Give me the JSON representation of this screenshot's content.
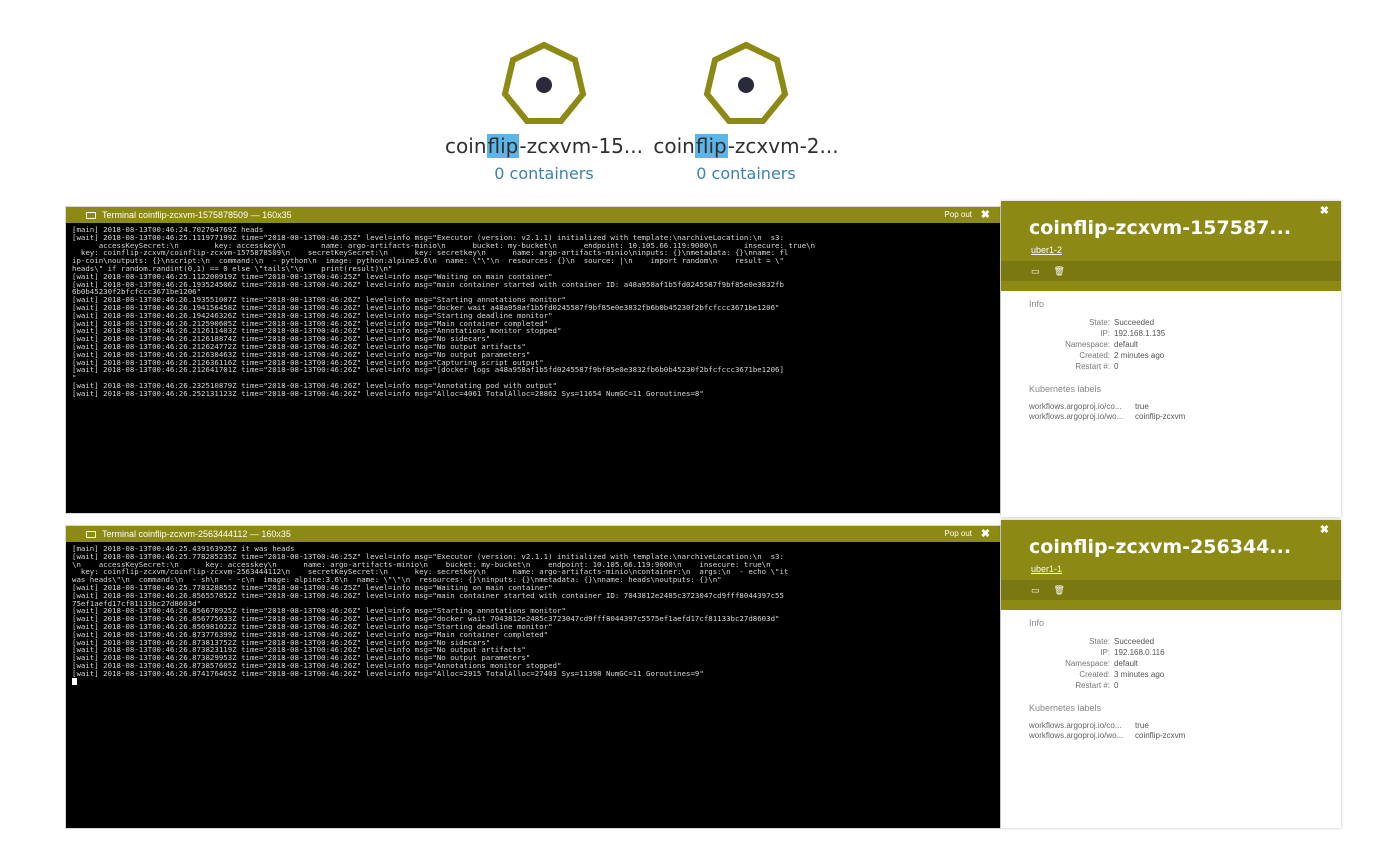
{
  "nodes": [
    {
      "name_prefix": "coin",
      "name_highlight": "flip",
      "name_suffix": "-zcxvm-15...",
      "containers": "0 containers"
    },
    {
      "name_prefix": "coin",
      "name_highlight": "flip",
      "name_suffix": "-zcxvm-2...",
      "containers": "0 containers"
    }
  ],
  "terminal1": {
    "title": "Terminal coinflip-zcxvm-1575878509 — 160x35",
    "popout": "Pop out",
    "close": "✖",
    "lines": [
      "[main] 2018-08-13T00:46:24.702764769Z heads",
      "[wait] 2018-08-13T00:46:25.111977199Z time=\"2018-08-13T00:46:25Z\" level=info msg=\"Executor (version: v2.1.1) initialized with template:\\narchiveLocation:\\n  s3:",
      "      accessKeySecret:\\n        key: accesskey\\n        name: argo-artifacts-minio\\n      bucket: my-bucket\\n      endpoint: 10.105.66.119:9000\\n      insecure: true\\n",
      "  key: coinflip-zcxvm/coinflip-zcxvm-1575878509\\n    secretKeySecret:\\n      key: secretkey\\n      name: argo-artifacts-minio\\ninputs: {}\\nmetadata: {}\\nname: fl",
      "ip-coin\\noutputs: {}\\nscript:\\n  command:\\n  - python\\n  image: python:alpine3.6\\n  name: \\\"\\\"\\n  resources: {}\\n  source: |\\n    import random\\n    result = \\\"",
      "heads\\\" if random.randint(0,1) == 0 else \\\"tails\\\"\\n    print(result)\\n\"",
      "[wait] 2018-08-13T00:46:25.112200919Z time=\"2018-08-13T00:46:25Z\" level=info msg=\"Waiting on main container\"",
      "[wait] 2018-08-13T00:46:26.193524506Z time=\"2018-08-13T00:46:26Z\" level=info msg=\"main container started with container ID: a48a958af1b5fd0245587f9bf85e0e3832fb",
      "6b0b45230f2bfcfccc3671be1206\"",
      "[wait] 2018-08-13T00:46:26.193551007Z time=\"2018-08-13T00:46:26Z\" level=info msg=\"Starting annotations monitor\"",
      "[wait] 2018-08-13T00:46:26.194156458Z time=\"2018-08-13T00:46:26Z\" level=info msg=\"docker wait a48a958af1b5fd0245587f9bf85e0e3832fb6b0b45230f2bfcfccc3671be1206\"",
      "[wait] 2018-08-13T00:46:26.194246326Z time=\"2018-08-13T00:46:26Z\" level=info msg=\"Starting deadline monitor\"",
      "[wait] 2018-08-13T00:46:26.212590605Z time=\"2018-08-13T00:46:26Z\" level=info msg=\"Main container completed\"",
      "[wait] 2018-08-13T00:46:26.212611403Z time=\"2018-08-13T00:46:26Z\" level=info msg=\"Annotations monitor stopped\"",
      "[wait] 2018-08-13T00:46:26.212618874Z time=\"2018-08-13T00:46:26Z\" level=info msg=\"No sidecars\"",
      "[wait] 2018-08-13T00:46:26.212624772Z time=\"2018-08-13T00:46:26Z\" level=info msg=\"No output artifacts\"",
      "[wait] 2018-08-13T00:46:26.212630463Z time=\"2018-08-13T00:46:26Z\" level=info msg=\"No output parameters\"",
      "[wait] 2018-08-13T00:46:26.212636116Z time=\"2018-08-13T00:46:26Z\" level=info msg=\"Capturing script output\"",
      "[wait] 2018-08-13T00:46:26.212641701Z time=\"2018-08-13T00:46:26Z\" level=info msg=\"[docker logs a48a958af1b5fd0245587f9bf85e0e3832fb6b0b45230f2bfcfccc3671be1206]",
      "\"",
      "[wait] 2018-08-13T00:46:26.232510879Z time=\"2018-08-13T00:46:26Z\" level=info msg=\"Annotating pod with output\"",
      "[wait] 2018-08-13T00:46:26.252131123Z time=\"2018-08-13T00:46:26Z\" level=info msg=\"Alloc=4061 TotalAlloc=28862 Sys=11654 NumGC=11 Goroutines=8\""
    ]
  },
  "terminal2": {
    "title": "Terminal coinflip-zcxvm-2563444112 — 160x35",
    "popout": "Pop out",
    "close": "✖",
    "lines": [
      "[main] 2018-08-13T00:46:25.439163925Z it was heads",
      "[wait] 2018-08-13T00:46:25.778285235Z time=\"2018-08-13T00:46:25Z\" level=info msg=\"Executor (version: v2.1.1) initialized with template:\\narchiveLocation:\\n  s3:",
      "\\n    accessKeySecret:\\n      key: accesskey\\n      name: argo-artifacts-minio\\n    bucket: my-bucket\\n    endpoint: 10.105.66.119:9000\\n    insecure: true\\n",
      "  key: coinflip-zcxvm/coinflip-zcxvm-2563444112\\n    secretKeySecret:\\n      key: secretkey\\n      name: argo-artifacts-minio\\ncontainer:\\n  args:\\n  - echo \\\"it",
      "was heads\\\"\\n  command:\\n  - sh\\n  - -c\\n  image: alpine:3.6\\n  name: \\\"\\\"\\n  resources: {}\\ninputs: {}\\nmetadata: {}\\nname: heads\\noutputs: {}\\n\"",
      "[wait] 2018-08-13T00:46:25.778328855Z time=\"2018-08-13T00:46:25Z\" level=info msg=\"Waiting on main container\"",
      "[wait] 2018-08-13T00:46:26.856557852Z time=\"2018-08-13T00:46:26Z\" level=info msg=\"main container started with container ID: 7043812e2485c3723047cd9fff8044397c55",
      "75ef1aefd17cf81133bc27d8603d\"",
      "[wait] 2018-08-13T00:46:26.856670925Z time=\"2018-08-13T00:46:26Z\" level=info msg=\"Starting annotations monitor\"",
      "[wait] 2018-08-13T00:46:26.856775633Z time=\"2018-08-13T00:46:26Z\" level=info msg=\"docker wait 7043812e2485c3723047cd9fff8044397c5575ef1aefd17cf81133bc27d8603d\"",
      "[wait] 2018-08-13T00:46:26.856981022Z time=\"2018-08-13T00:46:26Z\" level=info msg=\"Starting deadline monitor\"",
      "[wait] 2018-08-13T00:46:26.873776399Z time=\"2018-08-13T00:46:26Z\" level=info msg=\"Main container completed\"",
      "[wait] 2018-08-13T00:46:26.873813752Z time=\"2018-08-13T00:46:26Z\" level=info msg=\"No sidecars\"",
      "[wait] 2018-08-13T00:46:26.873823119Z time=\"2018-08-13T00:46:26Z\" level=info msg=\"No output artifacts\"",
      "[wait] 2018-08-13T00:46:26.873829953Z time=\"2018-08-13T00:46:26Z\" level=info msg=\"No output parameters\"",
      "[wait] 2018-08-13T00:46:26.873857605Z time=\"2018-08-13T00:46:26Z\" level=info msg=\"Annotations monitor stopped\"",
      "[wait] 2018-08-13T00:46:26.874176465Z time=\"2018-08-13T00:46:26Z\" level=info msg=\"Alloc=2915 TotalAlloc=27403 Sys=11398 NumGC=11 Goroutines=9\""
    ]
  },
  "panel1": {
    "title": "coinflip-zcxvm-157587...",
    "sub": "uber1-2",
    "close": "✖",
    "info_title": "Info",
    "kv": [
      {
        "k": "State:",
        "v": "Succeeded"
      },
      {
        "k": "IP:",
        "v": "192.168.1.135"
      },
      {
        "k": "Namespace:",
        "v": "default"
      },
      {
        "k": "Created:",
        "v": "2 minutes ago"
      },
      {
        "k": "Restart #:",
        "v": "0"
      }
    ],
    "labels_title": "Kubernetes labels",
    "labels": [
      {
        "k": "workflows.argoproj.io/co...",
        "v": "true"
      },
      {
        "k": "workflows.argoproj.io/wo...",
        "v": "coinflip-zcxvm"
      }
    ]
  },
  "panel2": {
    "title": "coinflip-zcxvm-256344...",
    "sub": "uber1-1",
    "close": "✖",
    "info_title": "Info",
    "kv": [
      {
        "k": "State:",
        "v": "Succeeded"
      },
      {
        "k": "IP:",
        "v": "192.168.0.116"
      },
      {
        "k": "Namespace:",
        "v": "default"
      },
      {
        "k": "Created:",
        "v": "3 minutes ago"
      },
      {
        "k": "Restart #:",
        "v": "0"
      }
    ],
    "labels_title": "Kubernetes labels",
    "labels": [
      {
        "k": "workflows.argoproj.io/co...",
        "v": "true"
      },
      {
        "k": "workflows.argoproj.io/wo...",
        "v": "coinflip-zcxvm"
      }
    ]
  },
  "colors": {
    "accent": "#8c8a14",
    "node_stroke": "#8c8a14",
    "highlight": "#5db4e6"
  }
}
